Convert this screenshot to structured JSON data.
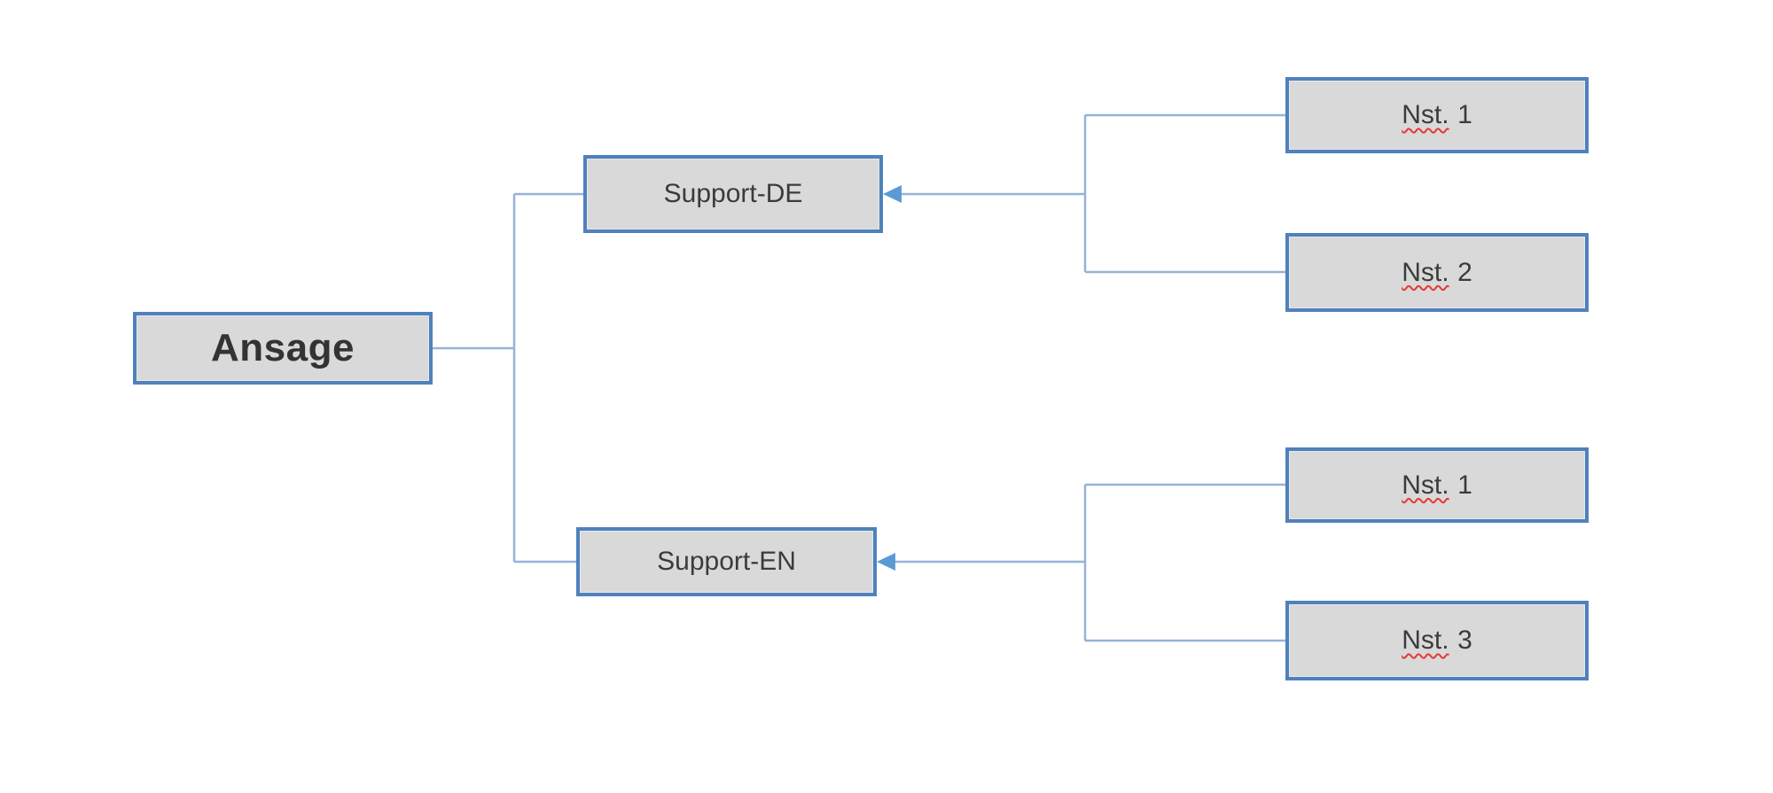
{
  "diagram": {
    "nodes": {
      "ansage": {
        "label": "Ansage"
      },
      "support_de": {
        "label": "Support-DE"
      },
      "support_en": {
        "label": "Support-EN"
      },
      "nst_top_1": {
        "word": "Nst.",
        "num": "1"
      },
      "nst_top_2": {
        "word": "Nst.",
        "num": "2"
      },
      "nst_bottom_1": {
        "word": "Nst.",
        "num": "1"
      },
      "nst_bottom_3": {
        "word": "Nst.",
        "num": "3"
      }
    },
    "colors": {
      "box_fill": "#d9d9d9",
      "box_border": "#4f81bd",
      "connector_line": "#95b3d7",
      "arrowhead": "#5b9bd5",
      "label_text": "#3b3b3b",
      "spellcheck_underline": "#e53935"
    }
  }
}
